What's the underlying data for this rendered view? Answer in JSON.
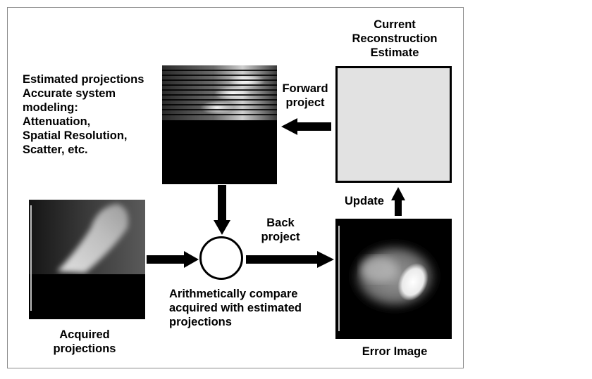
{
  "labels": {
    "current_estimate": "Current\nReconstruction\nEstimate",
    "estimated_projections": "Estimated projections\nAccurate system\nmodeling:\nAttenuation,\nSpatial Resolution,\nScatter, etc.",
    "forward_project": "Forward\nproject",
    "update": "Update",
    "back_project": "Back\nproject",
    "compare": "Arithmetically compare\nacquired with estimated\nprojections",
    "acquired_projections": "Acquired\nprojections",
    "error_image": "Error Image"
  }
}
